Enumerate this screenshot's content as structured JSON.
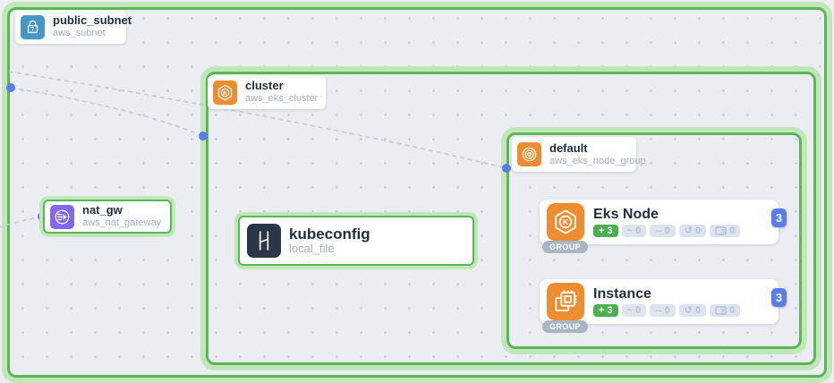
{
  "diagram": {
    "containers": {
      "public_subnet": {
        "title": "public_subnet",
        "type": "aws_subnet"
      },
      "cluster": {
        "title": "cluster",
        "type": "aws_eks_cluster"
      },
      "node_group": {
        "title": "default",
        "type": "aws_eks_node_group"
      }
    },
    "nodes": {
      "nat_gw": {
        "title": "nat_gw",
        "type": "aws_nat_gateway"
      },
      "kubeconfig": {
        "title": "kubeconfig",
        "type": "local_file"
      }
    },
    "groups": [
      {
        "title": "Eks Node",
        "pill": "GROUP",
        "count": "3",
        "badges": {
          "create": "+ 3",
          "update": "~ 0",
          "delete": "-- 0",
          "replace": "↺ 0",
          "drift": "0"
        }
      },
      {
        "title": "Instance",
        "pill": "GROUP",
        "count": "3",
        "badges": {
          "create": "+ 3",
          "update": "~ 0",
          "delete": "-- 0",
          "replace": "↺ 0",
          "drift": "0"
        }
      }
    ],
    "colors": {
      "container_border_green": "#5db55b",
      "container_glow_green": "#bfe7b8",
      "subnet_icon_blue": "#4697c1",
      "aws_orange": "#ee8c31",
      "nat_purple": "#8468ec",
      "file_navy": "#2b3648",
      "count_badge_blue": "#5b7de9",
      "create_green": "#4caf50",
      "edge_gray": "#c5c9d4",
      "anchor_blue": "#5b7ce8"
    }
  }
}
